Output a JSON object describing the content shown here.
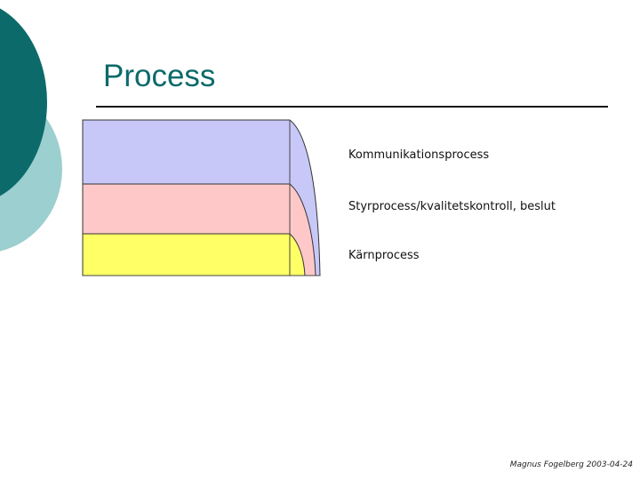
{
  "slide": {
    "title": "Process",
    "footer": "Magnus Fogelberg 2003-04-24"
  },
  "diagram": {
    "layers": [
      {
        "label": "Kommunikationsprocess",
        "color": "#c8c8f8"
      },
      {
        "label": "Styrprocess/kvalitetskontroll, beslut",
        "color": "#ffc8c8"
      },
      {
        "label": "Kärnprocess",
        "color": "#ffff66"
      }
    ]
  },
  "theme": {
    "accent_dark": "#0d6a6a",
    "accent_light": "#9ccfcf"
  }
}
